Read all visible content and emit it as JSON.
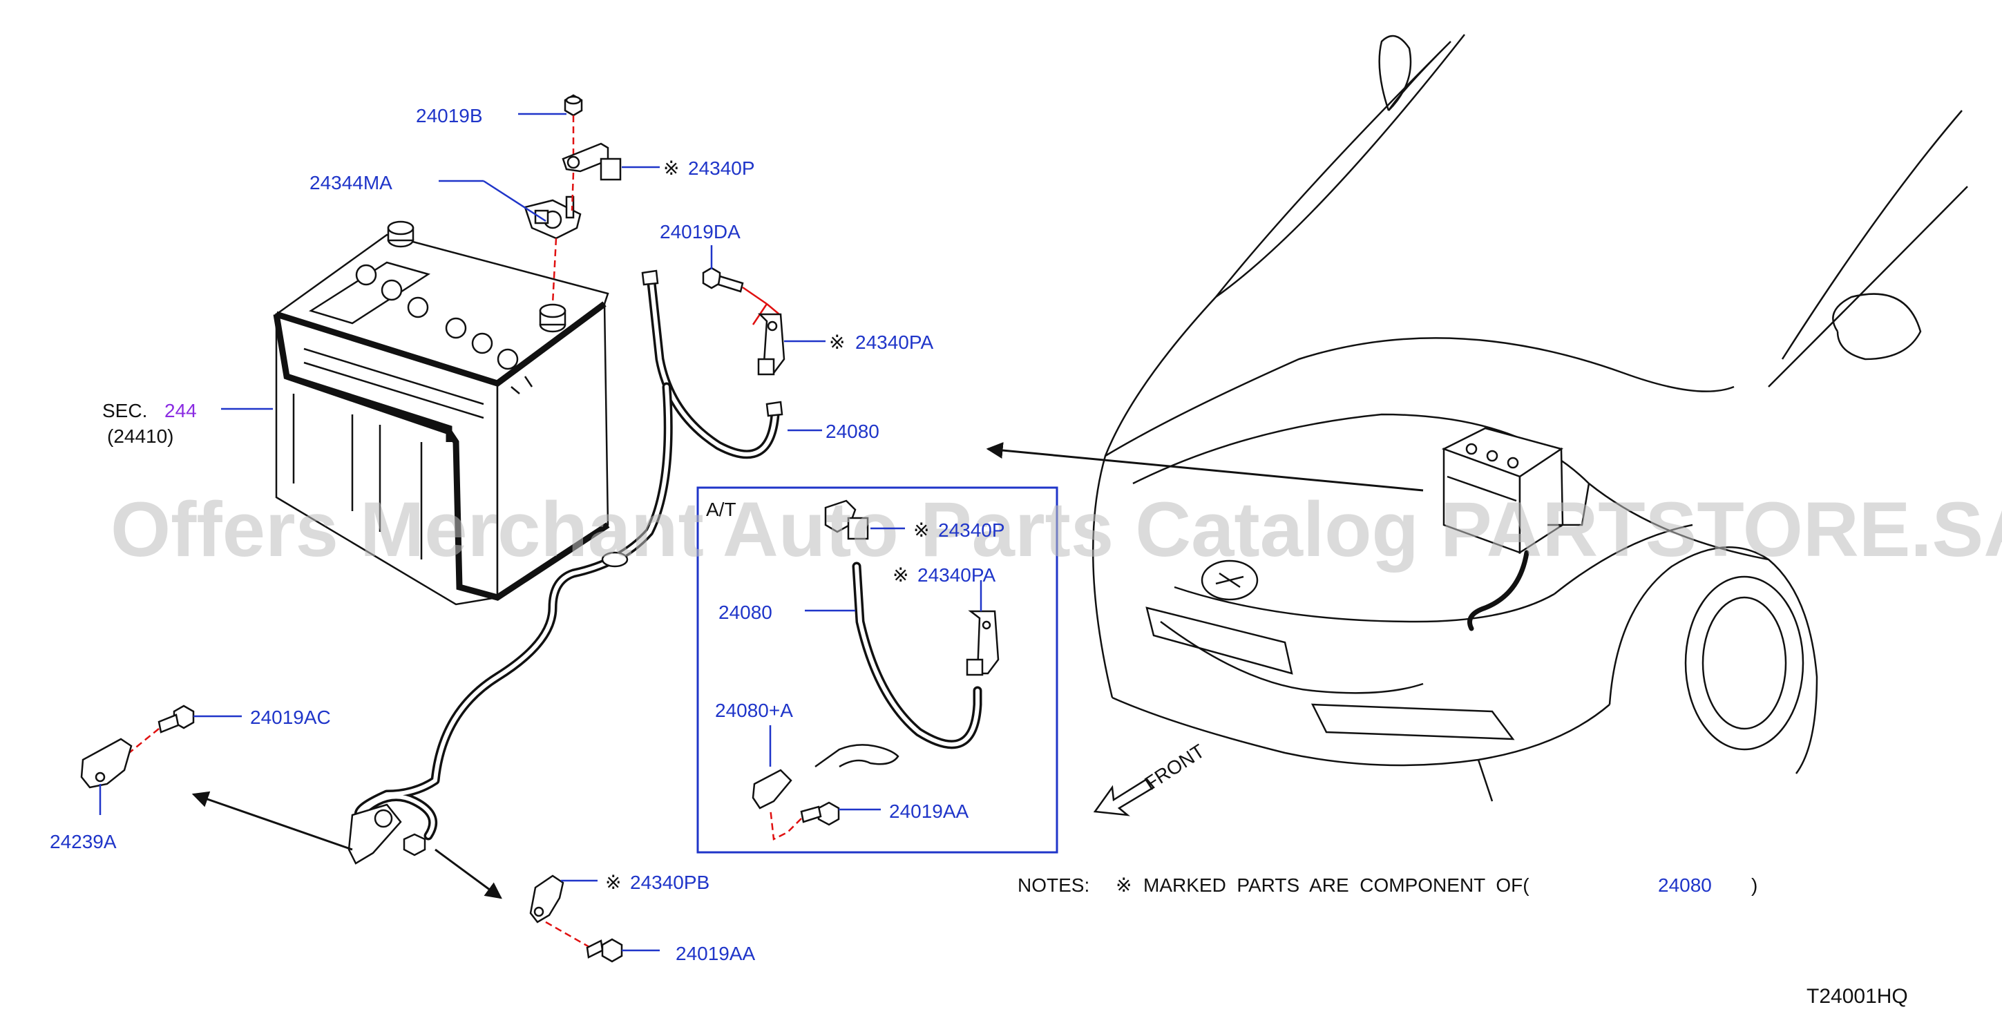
{
  "drawing_id": "T24001HQ",
  "watermark": "Offers Merchant Auto Parts Catalog PARTSTORE.SA",
  "section": {
    "prefix": "SEC.",
    "number": "244",
    "sub": "(24410)"
  },
  "labels": {
    "p24019B": "24019B",
    "p24344MA": "24344MA",
    "p24340P": "24340P",
    "p24019DA": "24019DA",
    "p24340PA": "24340PA",
    "p24080": "24080",
    "p24019AC": "24019AC",
    "p24239A": "24239A",
    "p24340PB": "24340PB",
    "p24019AA": "24019AA"
  },
  "inset": {
    "title": "A/T",
    "p24340P": "24340P",
    "p24340PA": "24340PA",
    "p24080": "24080",
    "p24080A": "24080+A",
    "p24019AA": "24019AA"
  },
  "mark": "※",
  "front_label": "FRONT",
  "notes": {
    "prefix": "NOTES:",
    "text": "MARKED  PARTS  ARE  COMPONENT  OF(",
    "ref": "24080",
    "close": ")"
  }
}
